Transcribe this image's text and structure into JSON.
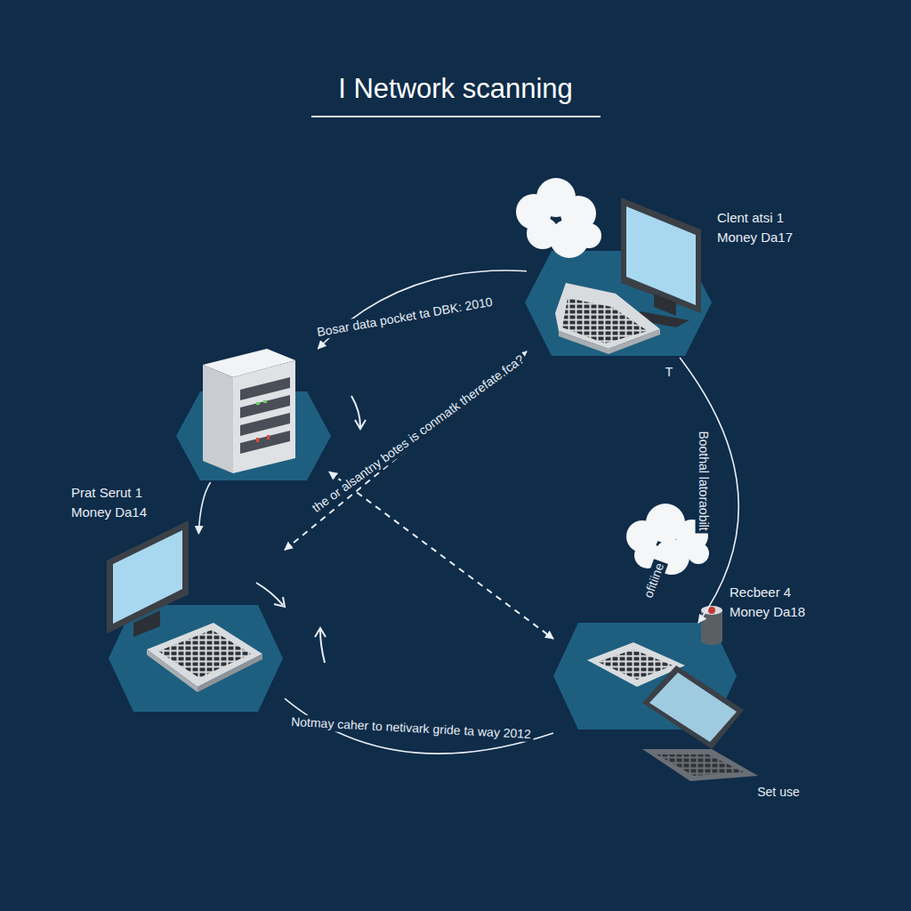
{
  "diagram": {
    "title": "I Network scanning",
    "nodes": [
      {
        "text": []
      },
      {
        "text": [
          "Clent atsi 1 Money Da17"
        ]
      },
      {
        "text": [
          "Prat Serut 1 Money Da14"
        ]
      },
      {
        "text": [
          "Recbeer 4 Money Da18"
        ]
      }
    ],
    "edges": [
      {
        "from": 1,
        "to": 0,
        "arrow": "to",
        "label": "Bosar data pocket ta DBK: 2010"
      },
      {
        "from": 0,
        "to": 3,
        "arrow": "both"
      },
      {
        "from": 2,
        "to": 1,
        "arrow": "both",
        "label": "the or alsantny botes is conmatk therefate.fca?"
      },
      {
        "from": 2,
        "to": 3,
        "arrow": "none",
        "label": "Notmay caher to netivark gride ta way 2012"
      },
      {
        "from": 1,
        "to": 3,
        "arrow": "to",
        "label": "Boothal latoraobilt"
      },
      {
        "from": 0,
        "to": 2,
        "arrow": "to"
      }
    ],
    "labels": [
      "T",
      "ofitiine",
      "Set use"
    ]
  }
}
